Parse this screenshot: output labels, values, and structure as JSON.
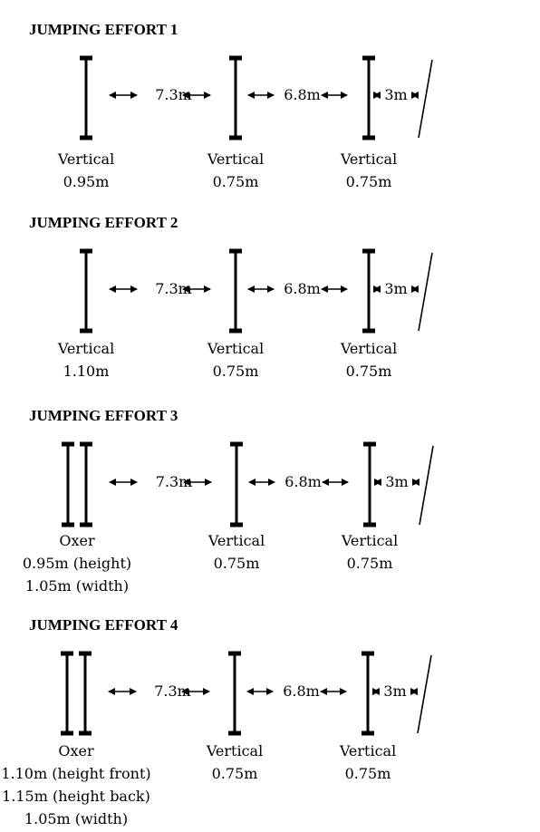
{
  "efforts": [
    {
      "title": "JUMPING EFFORT 1",
      "distances": [
        "7.3m",
        "6.8m",
        "3m"
      ],
      "fences": [
        {
          "type": "Vertical",
          "lines": [
            "0.95m"
          ]
        },
        {
          "type": "Vertical",
          "lines": [
            "0.75m"
          ]
        },
        {
          "type": "Vertical",
          "lines": [
            "0.75m"
          ]
        }
      ]
    },
    {
      "title": "JUMPING EFFORT 2",
      "distances": [
        "7.3m",
        "6.8m",
        "3m"
      ],
      "fences": [
        {
          "type": "Vertical",
          "lines": [
            "1.10m"
          ]
        },
        {
          "type": "Vertical",
          "lines": [
            "0.75m"
          ]
        },
        {
          "type": "Vertical",
          "lines": [
            "0.75m"
          ]
        }
      ]
    },
    {
      "title": "JUMPING EFFORT 3",
      "distances": [
        "7.3m",
        "6.8m",
        "3m"
      ],
      "fences": [
        {
          "type": "Oxer",
          "lines": [
            "0.95m (height)",
            "1.05m (width)"
          ]
        },
        {
          "type": "Vertical",
          "lines": [
            "0.75m"
          ]
        },
        {
          "type": "Vertical",
          "lines": [
            "0.75m"
          ]
        }
      ]
    },
    {
      "title": "JUMPING EFFORT 4",
      "distances": [
        "7.3m",
        "6.8m",
        "3m"
      ],
      "fences": [
        {
          "type": "Oxer",
          "lines": [
            "1.10m (height front)",
            "1.15m (height back)",
            "1.05m (width)"
          ]
        },
        {
          "type": "Vertical",
          "lines": [
            "0.75m"
          ]
        },
        {
          "type": "Vertical",
          "lines": [
            "0.75m"
          ]
        }
      ]
    }
  ]
}
